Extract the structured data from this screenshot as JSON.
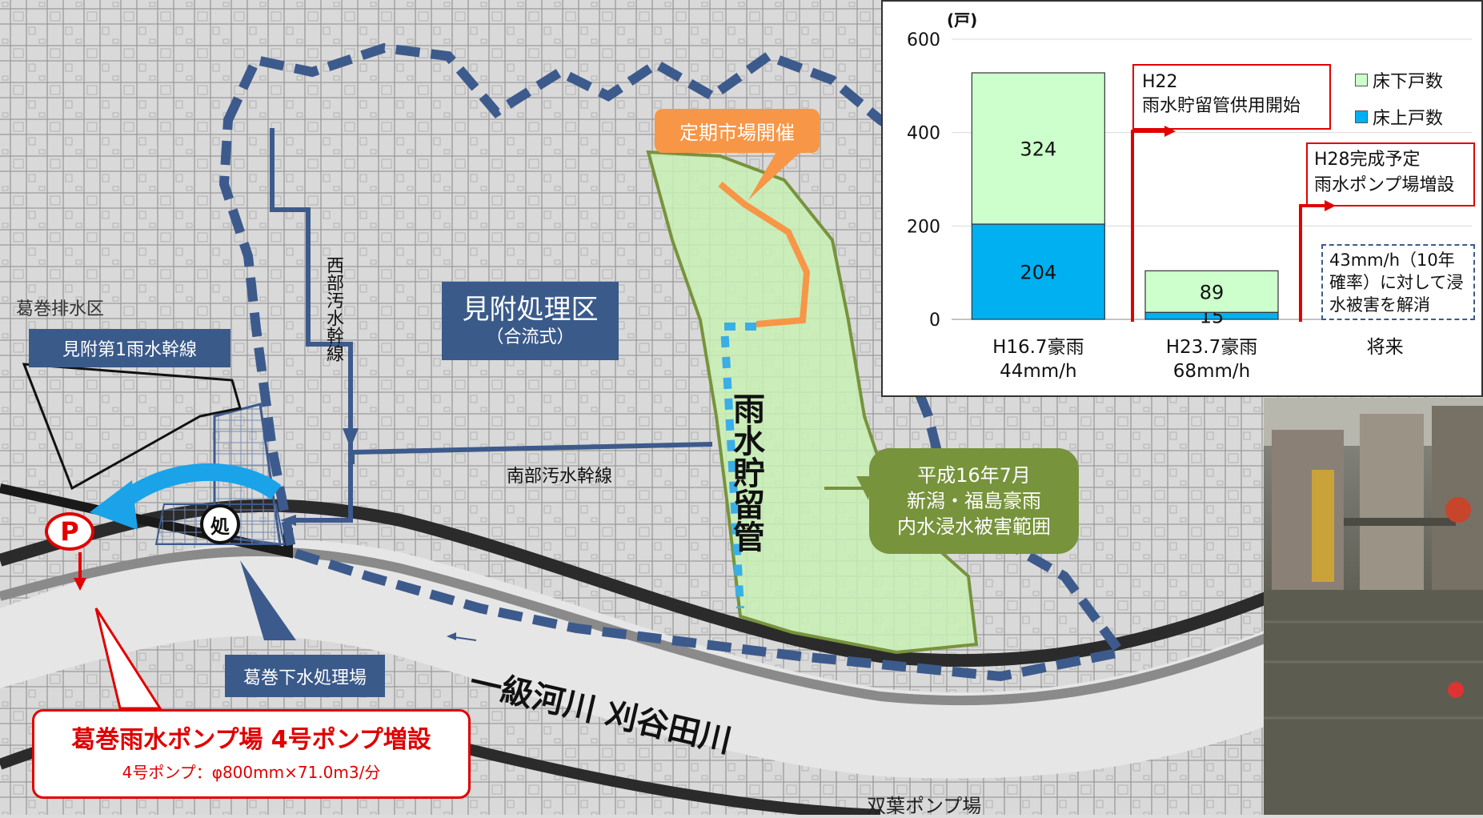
{
  "map": {
    "district_title": "見附処理区",
    "district_sub": "（合流式）",
    "trunk_box_label": "見附第1雨水幹線",
    "west_trunk": "西部汚水幹線",
    "south_trunk": "南部汚水幹線",
    "storage_pipe": "雨水貯留管",
    "market_label": "定期市場開催",
    "flood_range": [
      "平成16年7月",
      "新潟・福島豪雨",
      "内水浸水被害範囲"
    ],
    "river_label": "一級河川 刈谷田川",
    "treatment_plant": "葛巻下水処理場",
    "pump_marker": "P",
    "plant_marker": "処",
    "pump_title": "葛巻雨水ポンプ場 4号ポンプ増設",
    "pump_spec": "4号ポンプ：φ800mm×71.0m3/分",
    "futaba_pump": "双葉ポンプ場",
    "base_text_left": "葛巻排水区"
  },
  "colors": {
    "navy": "#3a5a8a",
    "boundary": "#3d5a8c",
    "storage_pipe_line": "#3aaee6",
    "green_area": "#c8f0b4",
    "green_box": "#77933c",
    "orange": "#f79646",
    "red": "#e00000",
    "arrow_blue": "#1aa3e8"
  },
  "chart_data": {
    "type": "bar",
    "unit": "(戸)",
    "categories": [
      "H16.7豪雨\n44mm/h",
      "H23.7豪雨\n68mm/h",
      "将来"
    ],
    "category_lines": [
      [
        "H16.7豪雨",
        "44mm/h"
      ],
      [
        "H23.7豪雨",
        "68mm/h"
      ],
      [
        "将来"
      ]
    ],
    "series": [
      {
        "name": "床上戸数",
        "values": [
          204,
          15,
          null
        ],
        "color": "#00b0f0"
      },
      {
        "name": "床下戸数",
        "values": [
          324,
          89,
          null
        ],
        "color": "#ccffcc"
      }
    ],
    "ylim": [
      0,
      600
    ],
    "yticks": [
      0,
      200,
      400,
      600
    ],
    "grid": true,
    "legend": "top-right",
    "callouts": {
      "h22": [
        "H22",
        "雨水貯留管供用開始"
      ],
      "h28": [
        "H28完成予定",
        "雨水ポンプ場増設"
      ],
      "future": [
        "43mm/h（10年",
        "確率）に対して浸",
        "水被害を解消"
      ]
    }
  }
}
